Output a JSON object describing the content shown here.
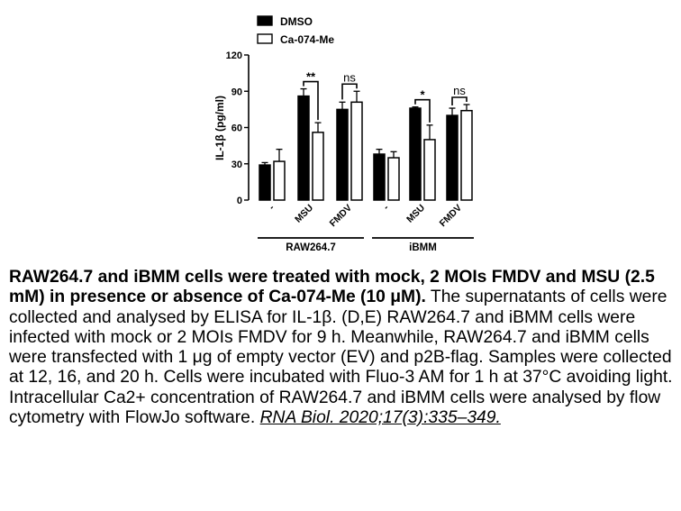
{
  "chart_data": {
    "type": "bar",
    "ylabel": "IL-1β (pg/ml)",
    "ylim": [
      0,
      120
    ],
    "yticks": [
      0,
      30,
      60,
      90,
      120
    ],
    "categories": [
      "-",
      "MSU",
      "FMDV",
      "-",
      "MSU",
      "FMDV"
    ],
    "groups": [
      {
        "label": "RAW264.7",
        "categories": [
          "-",
          "MSU",
          "FMDV"
        ]
      },
      {
        "label": "iBMM",
        "categories": [
          "-",
          "MSU",
          "FMDV"
        ]
      }
    ],
    "series": [
      {
        "name": "DMSO",
        "color": "#000000",
        "values": [
          29,
          86,
          75,
          38,
          76,
          70
        ],
        "errors": [
          2,
          6,
          6,
          4,
          1,
          6
        ]
      },
      {
        "name": "Ca-074-Me",
        "color": "#ffffff",
        "values": [
          32,
          56,
          81,
          35,
          50,
          74
        ],
        "errors": [
          10,
          8,
          9,
          5,
          12,
          5
        ]
      }
    ],
    "significance": [
      {
        "category_index": 1,
        "label": "**"
      },
      {
        "category_index": 2,
        "label": "ns"
      },
      {
        "category_index": 4,
        "label": "*"
      },
      {
        "category_index": 5,
        "label": "ns"
      }
    ],
    "legend_position": "top"
  },
  "caption": {
    "bold": "RAW264.7 and iBMM cells were treated with mock, 2 MOIs FMDV and MSU (2.5 mM) in presence or absence of Ca-074-Me (10 μM).",
    "body": " The supernatants of cells were collected and analysed by ELISA for IL-1β. (D,E) RAW264.7 and iBMM cells were infected with mock or 2 MOIs FMDV for 9 h. Meanwhile, RAW264.7 and iBMM cells were transfected with 1 μg of empty vector (EV) and p2B-flag. Samples were collected at 12, 16, and 20 h. Cells were incubated with Fluo-3 AM for 1 h at 37°C avoiding light. Intracellular Ca2+ concentration of RAW264.7 and iBMM cells were analysed by flow cytometry with FlowJo software. ",
    "citation": "RNA Biol. 2020;17(3):335–349. "
  }
}
